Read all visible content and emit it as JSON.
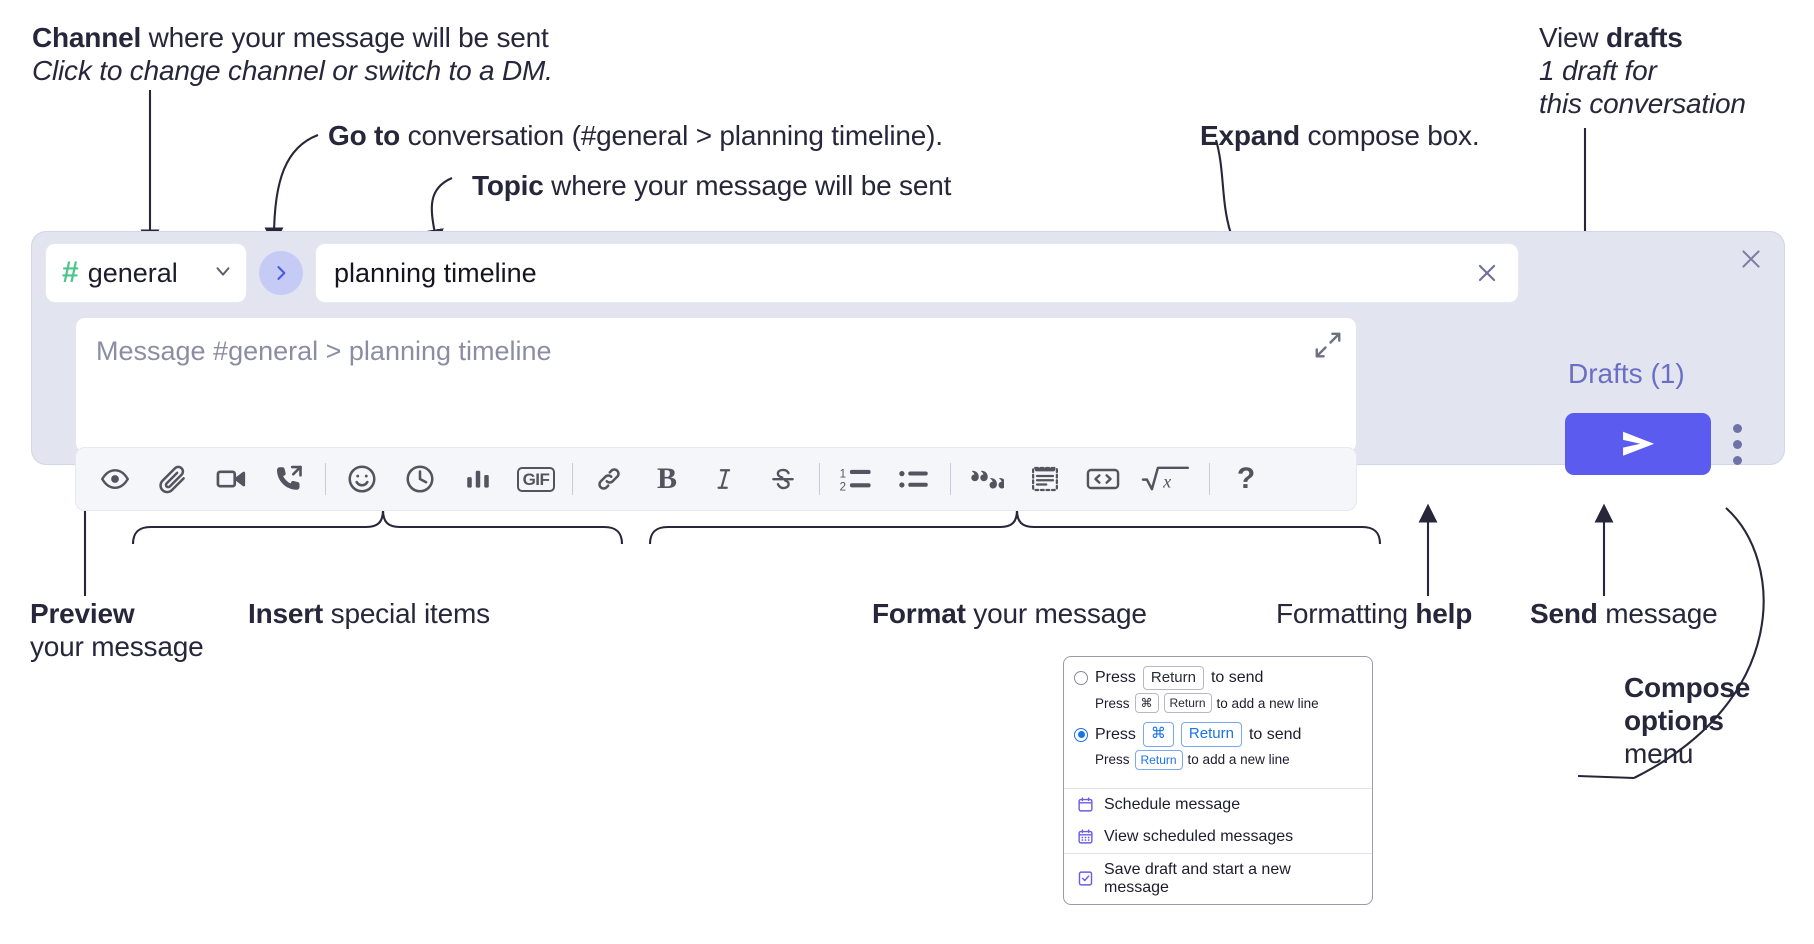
{
  "annotations": {
    "channel": {
      "bold": "Channel",
      "rest": " where your message will be sent",
      "sub": "Click to change channel or switch to a DM."
    },
    "goto": {
      "bold": "Go to",
      "rest": " conversation (#general > planning timeline)."
    },
    "topic": {
      "bold": "Topic",
      "rest": " where your message will be sent"
    },
    "expand": {
      "bold": "Expand",
      "rest": " compose box."
    },
    "drafts": {
      "rest": "View ",
      "bold": "drafts",
      "sub1": "1 draft for",
      "sub2": "this conversation"
    },
    "preview": {
      "bold": "Preview",
      "line2": "your message"
    },
    "insert": {
      "bold": "Insert",
      "rest": " special items"
    },
    "format": {
      "bold": "Format",
      "rest": " your message"
    },
    "help": {
      "rest": "Formatting ",
      "bold": "help"
    },
    "send": {
      "bold": "Send",
      "rest": " message"
    },
    "compose_options": {
      "bold1": "Compose",
      "bold2": "options",
      "rest": "menu"
    }
  },
  "compose": {
    "channel": {
      "hash": "#",
      "name": "general",
      "chevron_icon": "chevron-down-icon"
    },
    "goto_icon": "chevron-right-icon",
    "topic": {
      "value": "planning timeline",
      "clear_icon": "close-icon"
    },
    "editor": {
      "placeholder": "Message #general > planning timeline",
      "expand_icon": "expand-icon"
    },
    "panel_close_icon": "close-icon",
    "drafts_label": "Drafts (1)",
    "send_icon": "send-paper-plane-icon",
    "kebab_icon": "more-options-icon",
    "toolbar": [
      {
        "name": "preview-icon",
        "label": "eye"
      },
      {
        "name": "attachment-icon",
        "label": "paperclip"
      },
      {
        "name": "video-icon",
        "label": "video-camera"
      },
      {
        "name": "huddle-icon",
        "label": "phone-arrow"
      },
      {
        "name": "emoji-icon",
        "label": "smiley"
      },
      {
        "name": "schedule-icon",
        "label": "clock"
      },
      {
        "name": "poll-icon",
        "label": "bar-chart"
      },
      {
        "name": "gif-icon",
        "label": "GIF"
      },
      {
        "name": "link-icon",
        "label": "chain-link"
      },
      {
        "name": "bold-icon",
        "label": "B"
      },
      {
        "name": "italic-icon",
        "label": "I"
      },
      {
        "name": "strikethrough-icon",
        "label": "S"
      },
      {
        "name": "ordered-list-icon",
        "label": "1 2 list"
      },
      {
        "name": "bulleted-list-icon",
        "label": "bullet list"
      },
      {
        "name": "blockquote-icon",
        "label": "quote"
      },
      {
        "name": "code-block-icon",
        "label": "code block"
      },
      {
        "name": "code-icon",
        "label": "<>"
      },
      {
        "name": "latex-icon",
        "label": "sqrt x"
      },
      {
        "name": "formatting-help-icon",
        "label": "?"
      }
    ]
  },
  "menu": {
    "option1": {
      "pre": "Press",
      "key": "Return",
      "post": "to send",
      "selected": false,
      "hint_pre": "Press",
      "hint_key1": "⌘",
      "hint_key2": "Return",
      "hint_post": "to add a new line"
    },
    "option2": {
      "pre": "Press",
      "key1": "⌘",
      "key2": "Return",
      "post": "to send",
      "selected": true,
      "hint_pre": "Press",
      "hint_key": "Return",
      "hint_post": "to add a new line"
    },
    "items": [
      {
        "label": "Schedule message",
        "icon": "calendar-icon"
      },
      {
        "label": "View scheduled messages",
        "icon": "calendar-grid-icon"
      },
      {
        "label": "Save draft and start a new message",
        "icon": "save-draft-icon"
      }
    ]
  },
  "colors": {
    "panel_bg": "#e2e4f0",
    "accent_purple": "#5b5bf0",
    "drafts_text": "#6b6fc4",
    "hash_green": "#4ec58a",
    "goto_bg": "#c6cbf5",
    "radio_blue": "#1a73e8"
  }
}
